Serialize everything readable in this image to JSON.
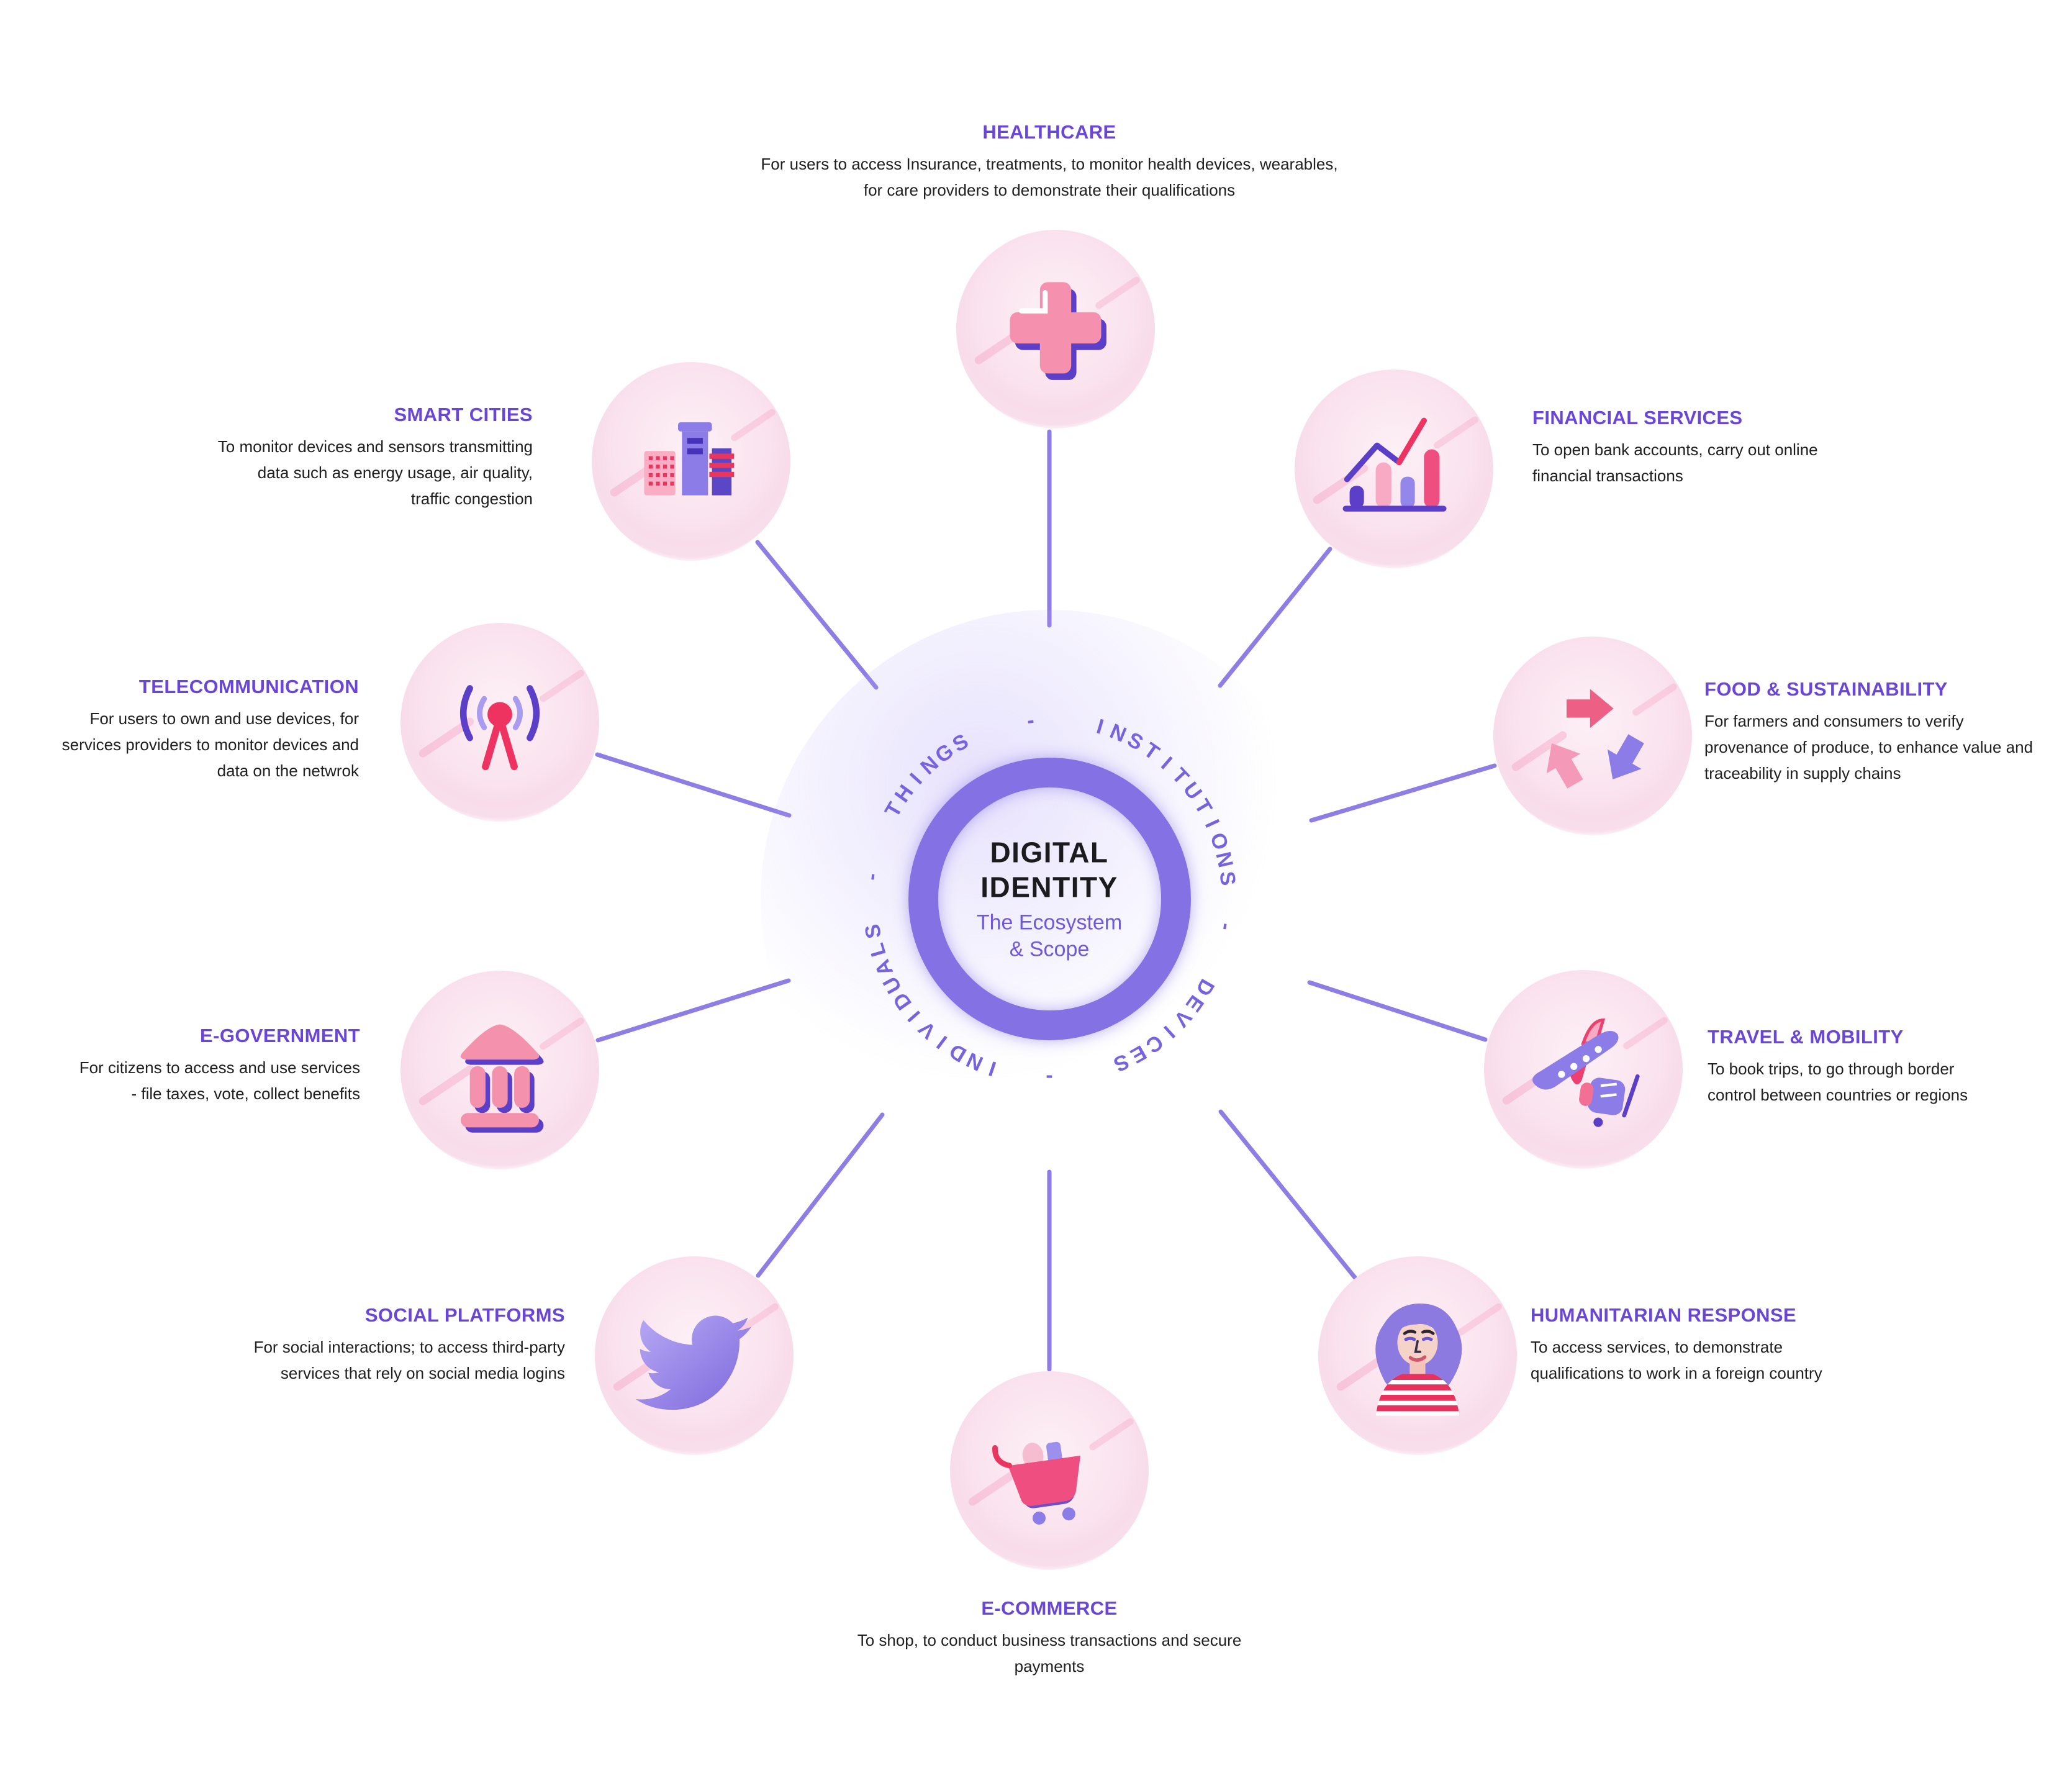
{
  "center": {
    "title": "DIGITAL IDENTITY",
    "subtitle": "The Ecosystem & Scope"
  },
  "ring": {
    "labels": [
      {
        "text": "THINGS",
        "angle": -45
      },
      {
        "text": "INSTITUTIONS",
        "angle": 50
      },
      {
        "text": "DEVICES",
        "angle": 138
      },
      {
        "text": "INDIVIDUALS",
        "angle": 229
      }
    ],
    "separator": "-",
    "separator_angles": [
      -6,
      99,
      180,
      277
    ]
  },
  "colors": {
    "accent_purple": "#6a46d8",
    "ring_purple": "#8472e5",
    "text_dark": "#202022",
    "pink": "#f590ae",
    "crimson": "#ee3f6e"
  },
  "sectors": [
    {
      "id": "healthcare",
      "title": "HEALTHCARE",
      "icon": "medical-cross-icon",
      "description": "For users to access Insurance, treatments, to monitor health devices, wearables, for care providers to demonstrate their qualifications"
    },
    {
      "id": "financial-services",
      "title": "FINANCIAL SERVICES",
      "icon": "bar-chart-icon",
      "description": "To open bank accounts, carry out online financial transactions"
    },
    {
      "id": "food-sustainability",
      "title": "FOOD & SUSTAINABILITY",
      "icon": "recycle-icon",
      "description": "For farmers and consumers to verify provenance of produce, to enhance value and traceability in supply chains"
    },
    {
      "id": "travel-mobility",
      "title": "TRAVEL & MOBILITY",
      "icon": "airplane-luggage-icon",
      "description": "To book trips, to go through border control between countries or regions"
    },
    {
      "id": "humanitarian-response",
      "title": "HUMANITARIAN RESPONSE",
      "icon": "person-icon",
      "description": "To access services, to demonstrate qualifications to work in a foreign country"
    },
    {
      "id": "e-commerce",
      "title": "E-COMMERCE",
      "icon": "shopping-cart-icon",
      "description": "To shop, to conduct business transactions and secure payments"
    },
    {
      "id": "social-platforms",
      "title": "SOCIAL PLATFORMS",
      "icon": "bird-icon",
      "description": "For social interactions; to access third-party services that rely on social media logins"
    },
    {
      "id": "e-government",
      "title": "E-GOVERNMENT",
      "icon": "government-building-icon",
      "description": "For citizens to access and use services - file taxes, vote, collect benefits"
    },
    {
      "id": "telecommunication",
      "title": "TELECOMMUNICATION",
      "icon": "antenna-icon",
      "description": "For users to own and use devices, for services providers to monitor devices and data on the netwrok"
    },
    {
      "id": "smart-cities",
      "title": "SMART CITIES",
      "icon": "buildings-icon",
      "description": "To monitor devices and sensors transmitting data such as energy usage, air quality, traffic congestion"
    }
  ]
}
